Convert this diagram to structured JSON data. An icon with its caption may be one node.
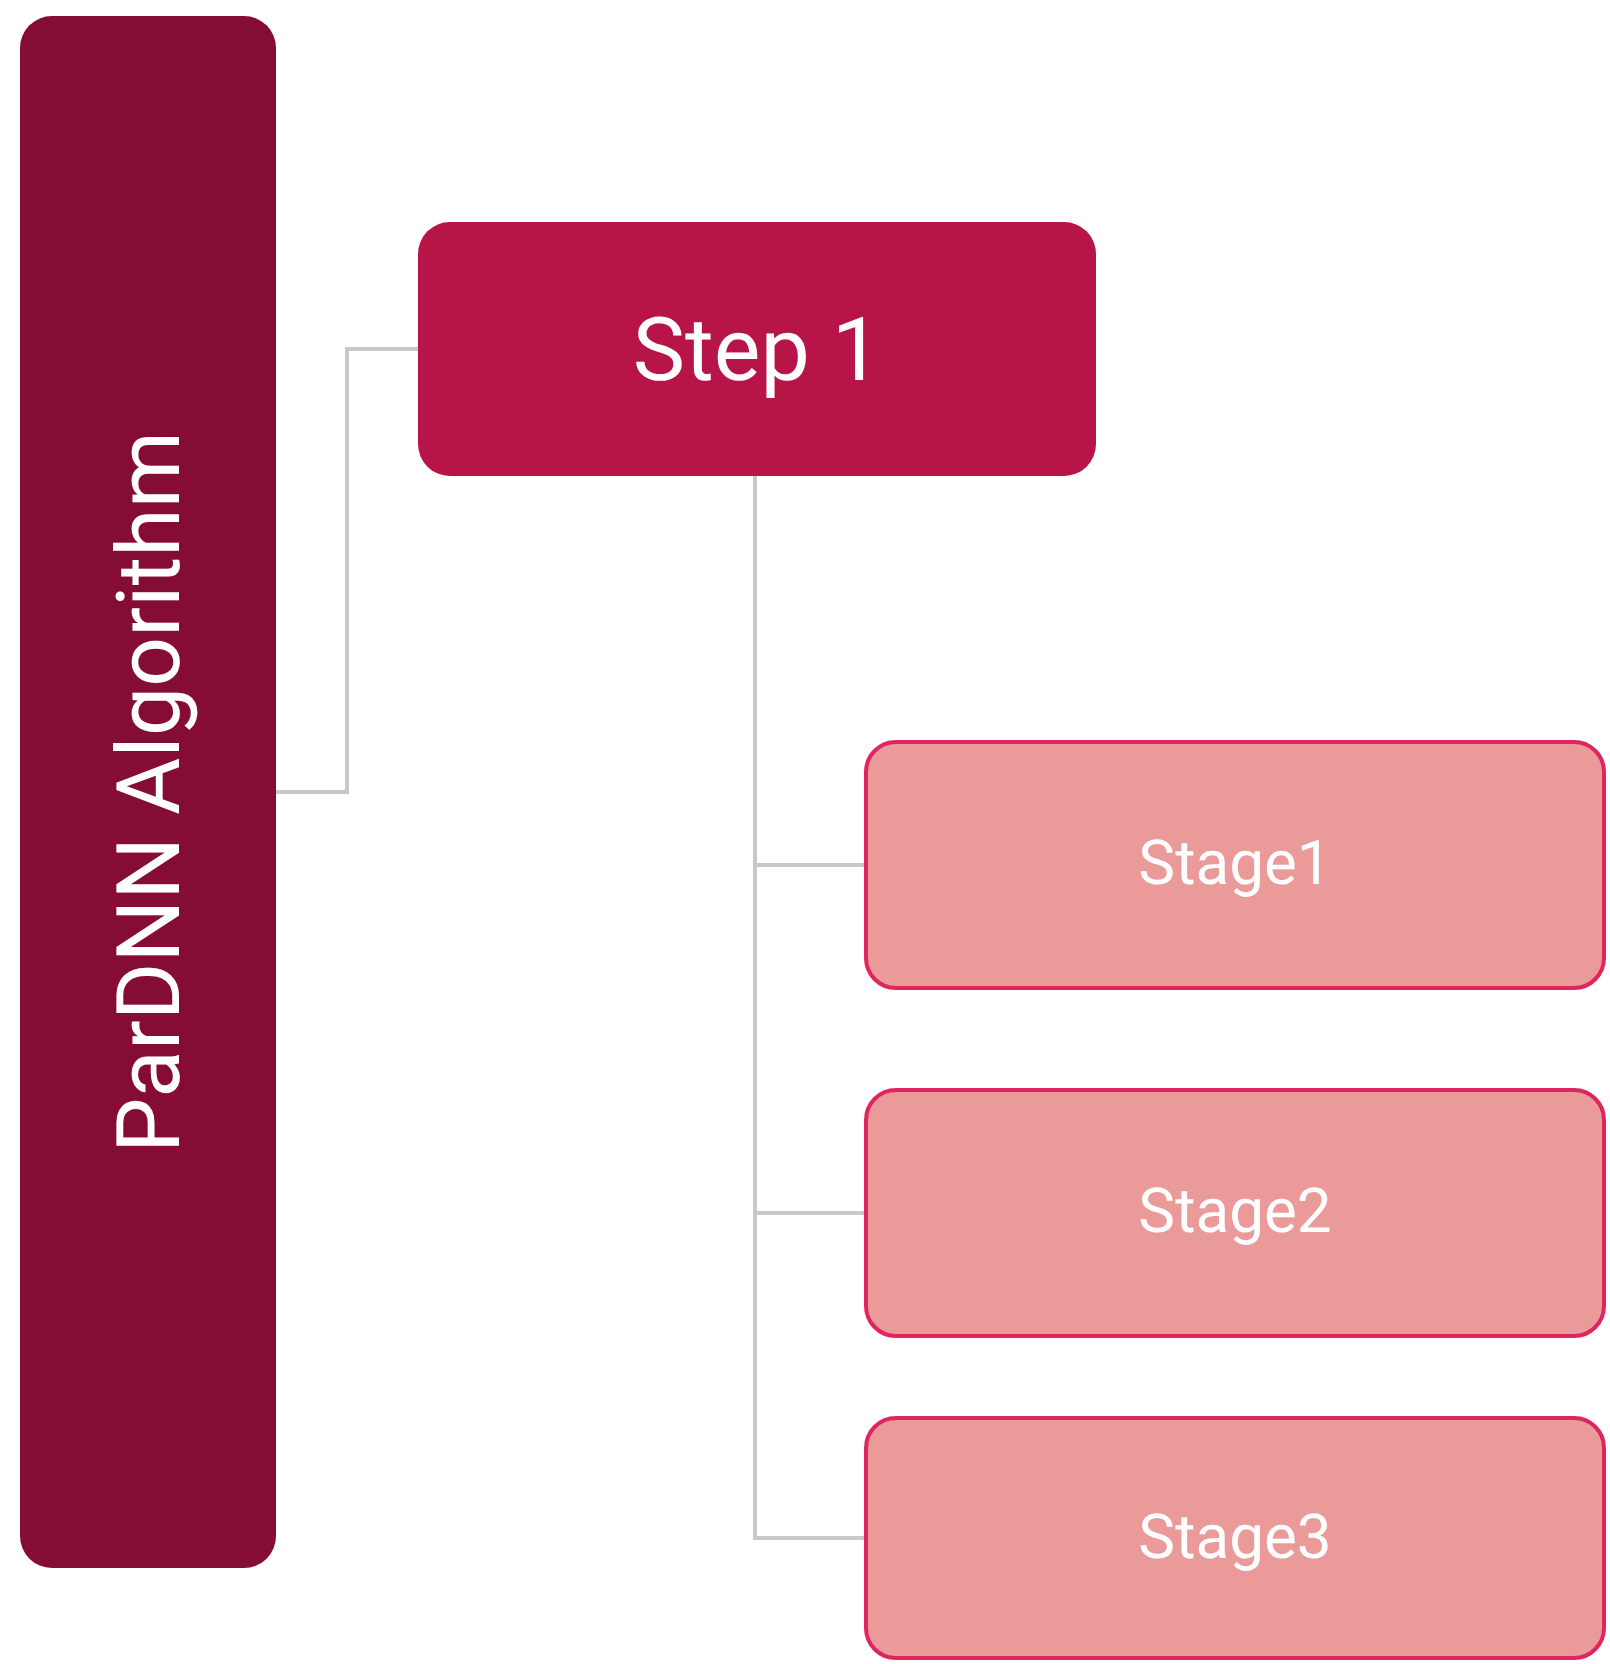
{
  "diagram": {
    "nodes": [
      {
        "text": [
          "ParDNN Algorithm"
        ]
      },
      {
        "text": [
          "Step 1"
        ]
      },
      {
        "text": [
          "Stage1"
        ]
      },
      {
        "text": [
          "Stage2"
        ]
      },
      {
        "text": [
          "Stage3"
        ]
      }
    ],
    "edges": [
      {
        "from": 0,
        "to": 1,
        "arrow": "none"
      },
      {
        "from": 1,
        "to": 2,
        "arrow": "none"
      },
      {
        "from": 1,
        "to": 3,
        "arrow": "none"
      },
      {
        "from": 1,
        "to": 4,
        "arrow": "none"
      }
    ]
  }
}
